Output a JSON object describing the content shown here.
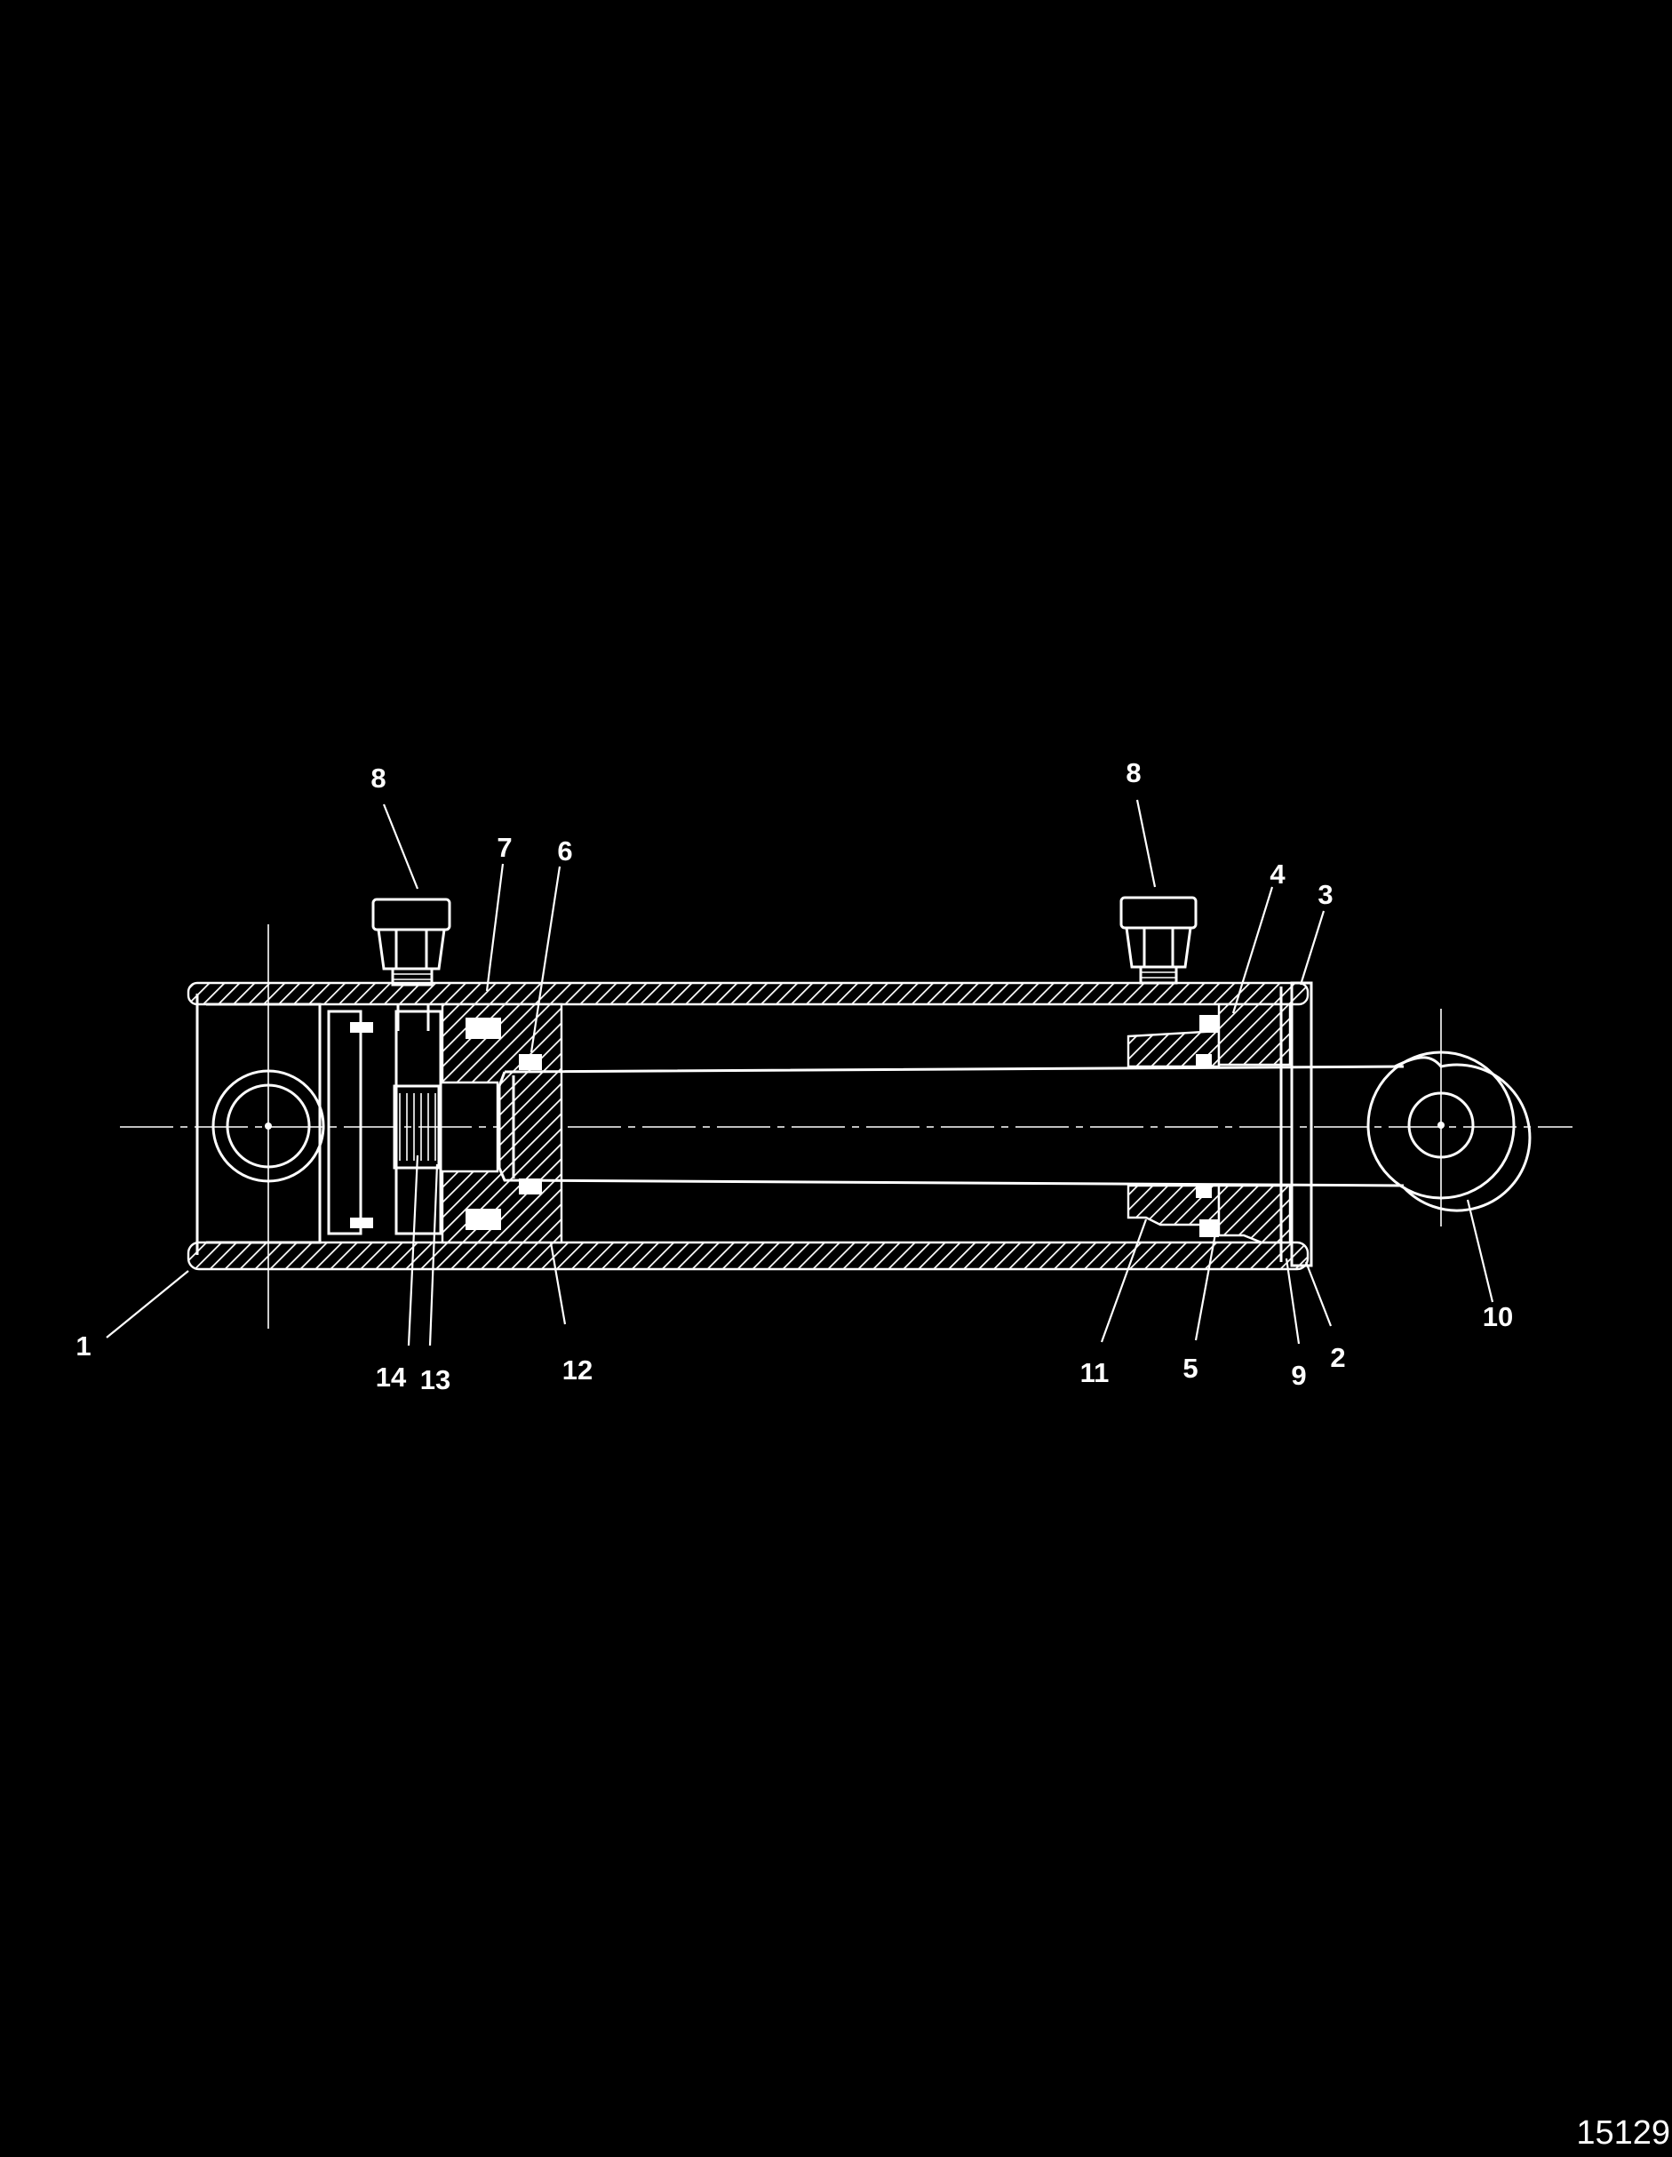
{
  "figure_number": "15129",
  "callouts": [
    {
      "id": "c1",
      "label": "1"
    },
    {
      "id": "c2",
      "label": "2"
    },
    {
      "id": "c3",
      "label": "3"
    },
    {
      "id": "c4",
      "label": "4"
    },
    {
      "id": "c5",
      "label": "5"
    },
    {
      "id": "c6",
      "label": "6"
    },
    {
      "id": "c7",
      "label": "7"
    },
    {
      "id": "c8a",
      "label": "8"
    },
    {
      "id": "c8b",
      "label": "8"
    },
    {
      "id": "c9",
      "label": "9"
    },
    {
      "id": "c10",
      "label": "10"
    },
    {
      "id": "c11",
      "label": "11"
    },
    {
      "id": "c12",
      "label": "12"
    },
    {
      "id": "c13",
      "label": "13"
    },
    {
      "id": "c14",
      "label": "14"
    }
  ],
  "colors": {
    "background": "#000000",
    "line": "#ffffff"
  }
}
